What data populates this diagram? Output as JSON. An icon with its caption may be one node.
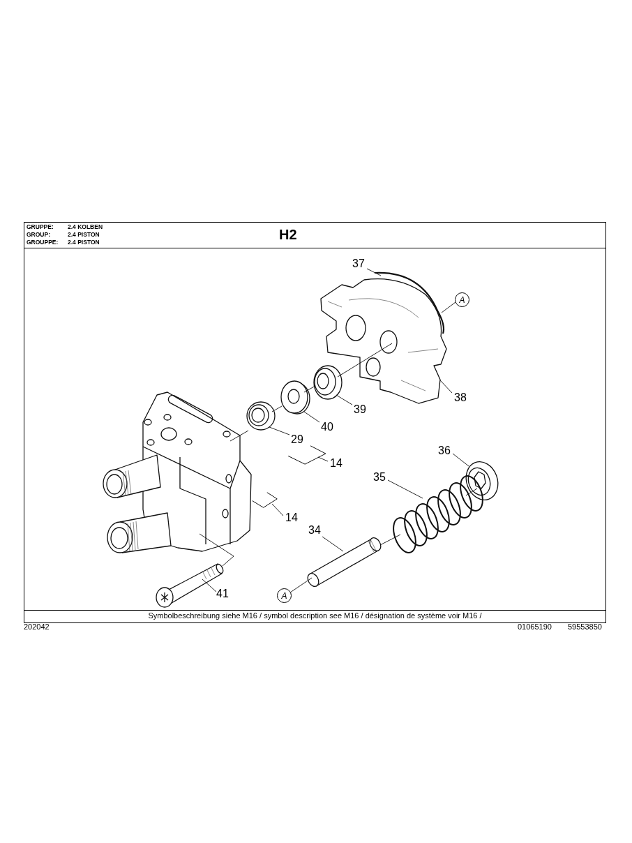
{
  "diagram": {
    "title": "H2",
    "caption": "Symbolbeschreibung siehe M16 / symbol description see M16 / désignation de système voir M16 /",
    "nodes": [
      {
        "text": [
          "37"
        ]
      },
      {
        "text": [],
        "shape": "picture"
      },
      {
        "text": [
          "A"
        ]
      },
      {
        "text": [],
        "shape": "picture"
      },
      {
        "text": [
          "38"
        ]
      },
      {
        "text": [],
        "shape": "picture"
      },
      {
        "text": [
          "39"
        ]
      },
      {
        "text": [],
        "shape": "picture"
      },
      {
        "text": [
          "40"
        ]
      },
      {
        "text": [],
        "shape": "picture"
      },
      {
        "text": [
          "29"
        ]
      },
      {
        "text": [],
        "shape": "picture"
      },
      {
        "text": [
          "14"
        ]
      },
      {
        "text": [
          "36"
        ]
      },
      {
        "text": [],
        "shape": "picture"
      },
      {
        "text": [
          "35"
        ]
      },
      {
        "text": [],
        "shape": "picture"
      },
      {
        "text": [
          "14"
        ]
      },
      {
        "text": [
          "34"
        ]
      },
      {
        "text": [],
        "shape": "picture"
      },
      {
        "text": [],
        "shape": "picture"
      },
      {
        "text": [
          "41"
        ]
      },
      {
        "text": [
          "A"
        ]
      },
      {
        "text": [],
        "shape": "bracket"
      },
      {
        "text": [],
        "shape": "bracket"
      }
    ],
    "edges": [
      {
        "from": 0,
        "to": 1,
        "arrow": "none"
      },
      {
        "from": 2,
        "to": 1,
        "arrow": "none"
      },
      {
        "from": 4,
        "to": 3,
        "arrow": "none"
      },
      {
        "from": 6,
        "to": 5,
        "arrow": "none"
      },
      {
        "from": 8,
        "to": 7,
        "arrow": "none"
      },
      {
        "from": 10,
        "to": 9,
        "arrow": "none"
      },
      {
        "from": 12,
        "to": 23,
        "arrow": "none"
      },
      {
        "from": 13,
        "to": 14,
        "arrow": "none"
      },
      {
        "from": 15,
        "to": 16,
        "arrow": "none"
      },
      {
        "from": 17,
        "to": 24,
        "arrow": "none"
      },
      {
        "from": 18,
        "to": 19,
        "arrow": "none"
      },
      {
        "from": 21,
        "to": 20,
        "arrow": "none"
      },
      {
        "from": 22,
        "to": 19,
        "arrow": "none"
      },
      {
        "from": 11,
        "to": 9,
        "arrow": "none"
      },
      {
        "from": 9,
        "to": 7,
        "arrow": "none"
      },
      {
        "from": 7,
        "to": 5,
        "arrow": "none"
      },
      {
        "from": 5,
        "to": 3,
        "arrow": "none"
      },
      {
        "from": 19,
        "to": 16,
        "arrow": "none"
      },
      {
        "from": 16,
        "to": 14,
        "arrow": "none"
      },
      {
        "from": 11,
        "to": 20,
        "arrow": "none"
      }
    ],
    "labels": [
      "GRUPPE:",
      "2.4 KOLBEN",
      "GROUP:",
      "2.4 PISTON",
      "GROUPPE:",
      "2.4 PISTON",
      "202042",
      "01065190",
      "59553850"
    ]
  }
}
